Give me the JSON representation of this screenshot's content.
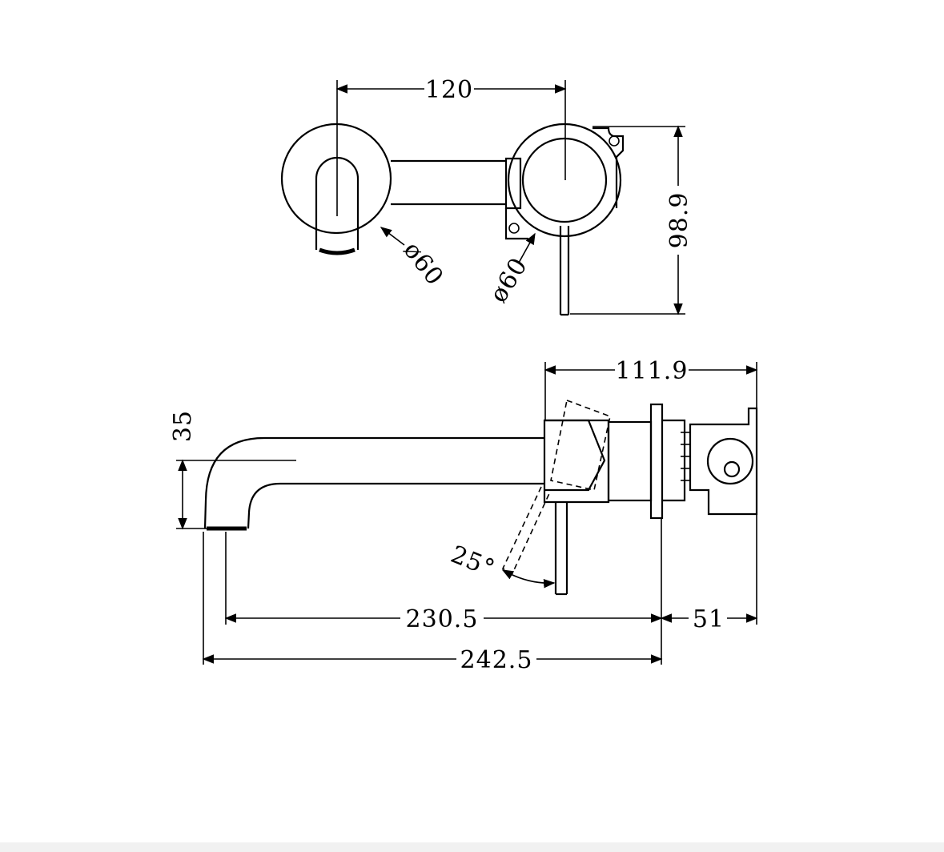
{
  "dimensions": {
    "top_spacing": "120",
    "handle_dia": "ø60",
    "body_dia": "ø60",
    "height": "98.9",
    "depth": "111.9",
    "spout_drop": "35",
    "lever_angle": "25°",
    "spout_reach": "230.5",
    "wall_depth": "51",
    "overall": "242.5"
  }
}
